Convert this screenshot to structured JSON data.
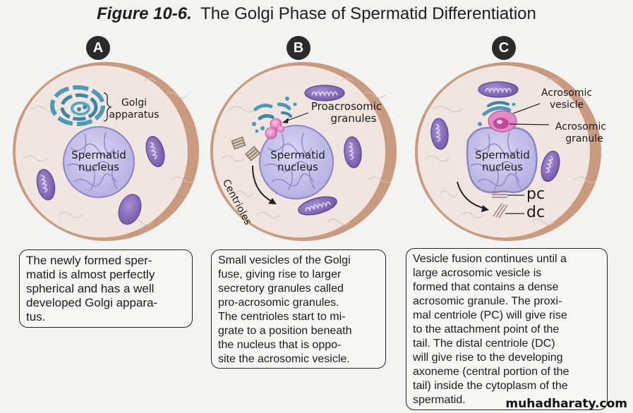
{
  "figure": {
    "number": "Figure 10-6.",
    "title": "The Golgi Phase of Spermatid Differentiation"
  },
  "panels": [
    {
      "badge": "A",
      "labels": {
        "golgi": [
          "Golgi",
          "apparatus"
        ],
        "nucleus": [
          "Spermatid",
          "nucleus"
        ]
      },
      "caption": [
        "The newly formed sper-",
        "matid is almost perfectly",
        "spherical and has a well",
        "developed Golgi appara-",
        "tus."
      ]
    },
    {
      "badge": "B",
      "labels": {
        "granules": [
          "Proacrosomic",
          "granules"
        ],
        "nucleus": [
          "Spermatid",
          "nucleus"
        ],
        "centrioles": "Centrioles"
      },
      "caption": [
        "Small vesicles of the Golgi",
        "fuse, giving rise to larger",
        "secretory granules called",
        "pro-acrosomic granules.",
        "The centrioles start to mi-",
        "grate to a position beneath",
        "the nucleus that is oppo-",
        "site the acrosomic vesicle."
      ]
    },
    {
      "badge": "C",
      "labels": {
        "vesicle": [
          "Acrosomic",
          "vesicle"
        ],
        "granule": [
          "Acrosomic",
          "granule"
        ],
        "nucleus": [
          "Spermatid",
          "nucleus"
        ],
        "pc": "pc",
        "dc": "dc"
      },
      "caption": [
        "Vesicle fusion continues until a",
        "large acrosomic vesicle is",
        "formed that contains a dense",
        "acrosomic granule.  The proxi-",
        "mal centriole (PC) will give rise",
        "to the attachment point of the",
        "tail.  The distal centriole (DC)",
        "will give rise to the developing",
        "axoneme (central portion of the",
        "tail) inside the cytoplasm of the",
        "spermatid."
      ]
    }
  ],
  "watermark": "muhadharaty.com",
  "colors": {
    "cytoplasm": "#f1e6df",
    "membrane": "#c99a7e",
    "nucleus": "#c9c6ec",
    "nucleus_edge": "#8a86c4",
    "golgi": "#4a9ab8",
    "mito": "#8a6cb8",
    "granule": "#e58ac6"
  }
}
